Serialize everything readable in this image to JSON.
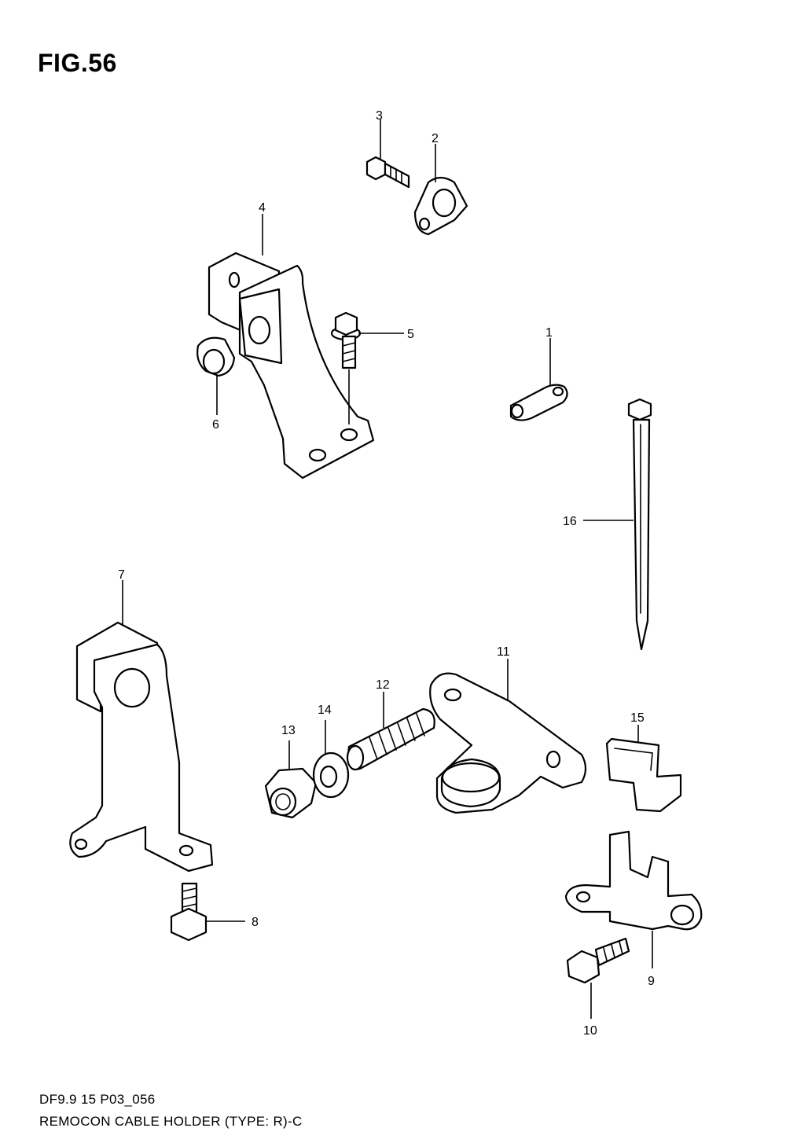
{
  "figure": {
    "title": "FIG.56"
  },
  "callouts": {
    "p1": "1",
    "p2": "2",
    "p3": "3",
    "p4": "4",
    "p5": "5",
    "p6": "6",
    "p7": "7",
    "p8": "8",
    "p9": "9",
    "p10": "10",
    "p11": "11",
    "p12": "12",
    "p13": "13",
    "p14": "14",
    "p15": "15",
    "p16": "16"
  },
  "footer": {
    "code": "DF9.9 15 P03_056",
    "caption": "REMOCON CABLE HOLDER (TYPE: R)-C"
  }
}
